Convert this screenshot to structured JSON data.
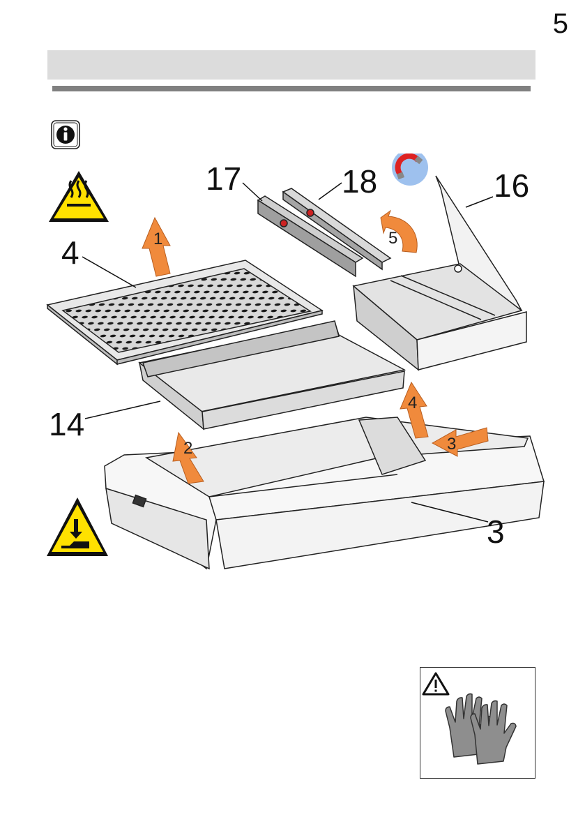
{
  "page": {
    "number": "5"
  },
  "callouts": {
    "c1": "1",
    "c2": "2",
    "c3": "3",
    "c4": "4",
    "c5": "5",
    "p4": "4",
    "p14": "14",
    "p3": "3",
    "p16": "16",
    "p17": "17",
    "p18": "18"
  },
  "icons": {
    "info": "info-icon",
    "hot_surface": "hot-surface-warning-icon",
    "crush_hazard": "hand-crush-warning-icon",
    "magnet": "magnet-icon",
    "gloves": "protective-gloves-icon",
    "caution": "caution-triangle-icon"
  },
  "colors": {
    "arrow_orange": "#f08a3c",
    "warning_yellow": "#ffe100",
    "header_band": "#dcdcdc",
    "header_rule": "#808080",
    "magnet_badge": "#9ec1ee"
  }
}
